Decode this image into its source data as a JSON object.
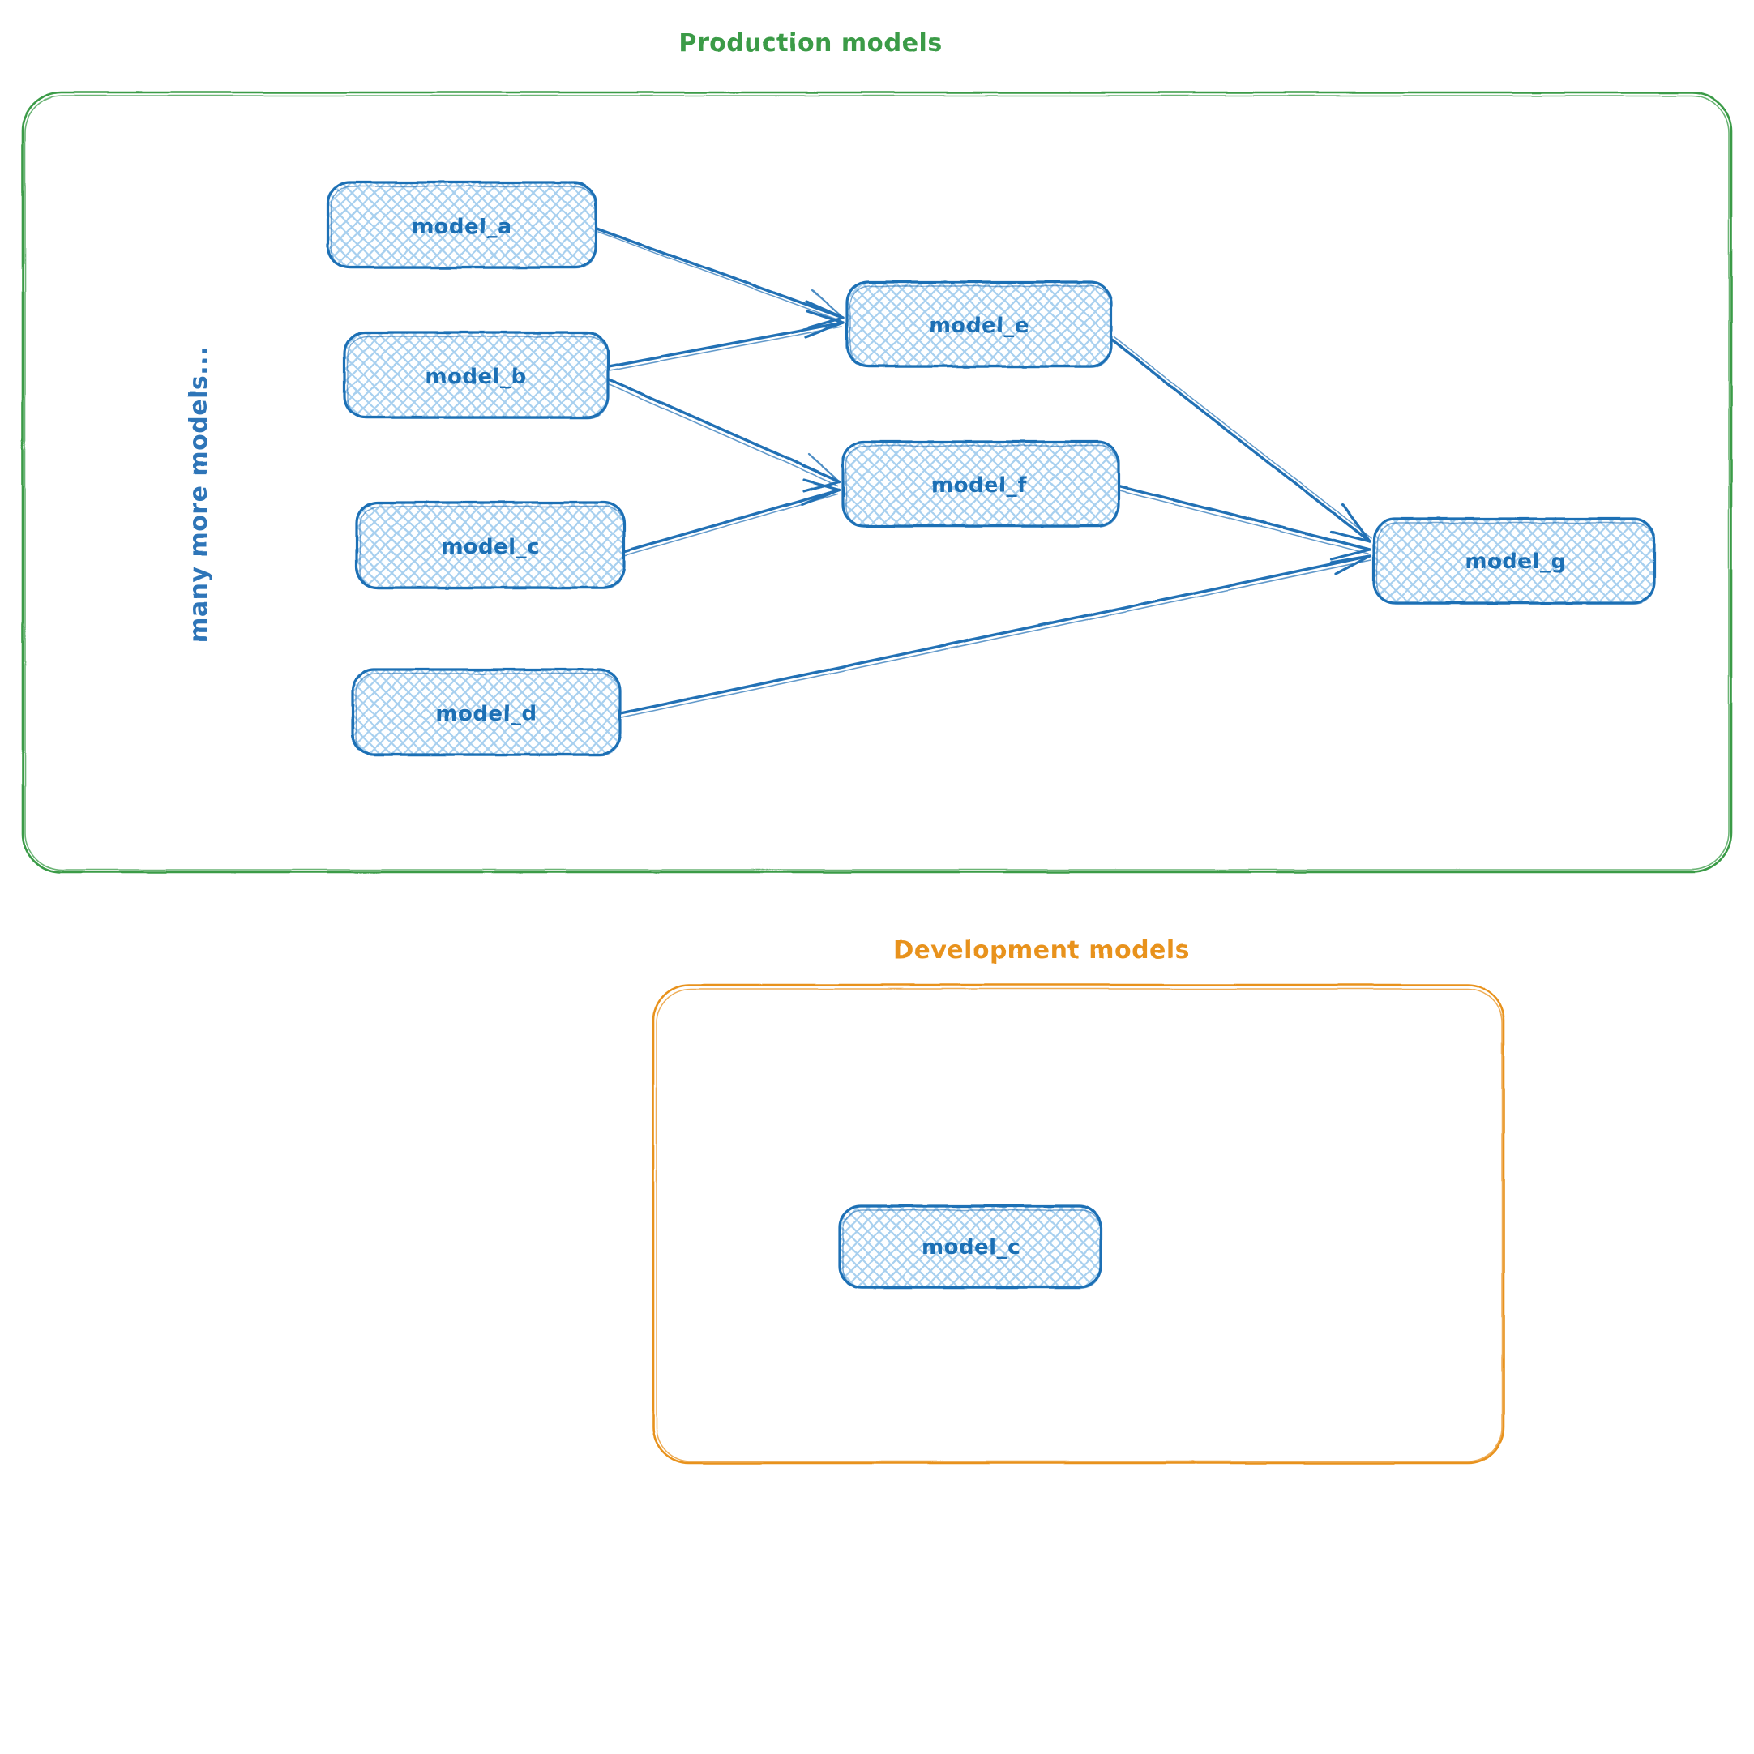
{
  "diagram": {
    "type": "flow",
    "title_production": "Production models",
    "title_development": "Development models",
    "side_note": "many more models...",
    "colors": {
      "production_border": "#3a9b47",
      "development_border": "#e8921f",
      "node_border": "#1f6fb5",
      "node_fill": "#cfe4f7",
      "node_text": "#1f6fb5",
      "edge": "#2171b5",
      "background": "#ffffff"
    },
    "groups": [
      {
        "id": "production",
        "label": "Production models",
        "label_color": "#3a9b47",
        "nodes": [
          "model_a",
          "model_b",
          "model_c",
          "model_d",
          "model_e",
          "model_f",
          "model_g"
        ]
      },
      {
        "id": "development",
        "label": "Development models",
        "label_color": "#e8921f",
        "nodes": [
          "model_c"
        ]
      }
    ],
    "nodes": {
      "prod_a": {
        "label": "model_a"
      },
      "prod_b": {
        "label": "model_b"
      },
      "prod_c": {
        "label": "model_c"
      },
      "prod_d": {
        "label": "model_d"
      },
      "prod_e": {
        "label": "model_e"
      },
      "prod_f": {
        "label": "model_f"
      },
      "prod_g": {
        "label": "model_g"
      },
      "dev_c": {
        "label": "model_c"
      }
    },
    "edges": [
      {
        "from": "model_a",
        "to": "model_e"
      },
      {
        "from": "model_b",
        "to": "model_e"
      },
      {
        "from": "model_b",
        "to": "model_f"
      },
      {
        "from": "model_c",
        "to": "model_f"
      },
      {
        "from": "model_e",
        "to": "model_g"
      },
      {
        "from": "model_f",
        "to": "model_g"
      },
      {
        "from": "model_d",
        "to": "model_g"
      }
    ]
  }
}
